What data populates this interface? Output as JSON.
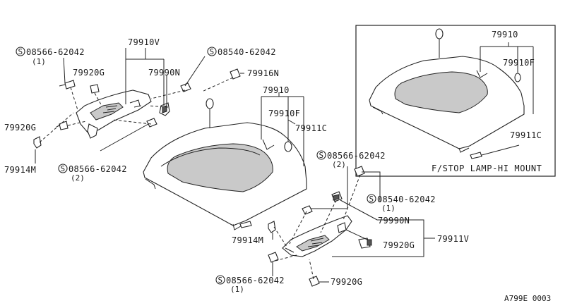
{
  "labels": {
    "p08566_top": "08566-62042",
    "q1_top": "(1)",
    "p79910V": "79910V",
    "p08540_top": "08540-62042",
    "p79920G_a": "79920G",
    "p79990N_a": "79990N",
    "p79916N": "79916N",
    "p79910_main": "79910",
    "p79910F_main": "79910F",
    "p79911C_main": "79911C",
    "p79920G_b": "79920G",
    "p79914M_a": "79914M",
    "p08566_mid": "08566-62042",
    "q2_mid": "(2)",
    "p08566_right": "08566-62042",
    "q2_right": "(2)",
    "p08540_right": "08540-62042",
    "q1_right": "(1)",
    "p79990N_b": "79990N",
    "p79911V": "79911V",
    "p79914M_b": "79914M",
    "p79920G_c": "79920G",
    "p08566_bottom": "08566-62042",
    "q1_bottom": "(1)",
    "p79920G_d": "79920G",
    "inset_79910": "79910",
    "inset_79910F": "79910F",
    "inset_79911C": "79911C"
  },
  "inset_caption": "F/STOP LAMP-HI MOUNT",
  "reference_code": "A799E 0003",
  "screw_symbol": "S"
}
